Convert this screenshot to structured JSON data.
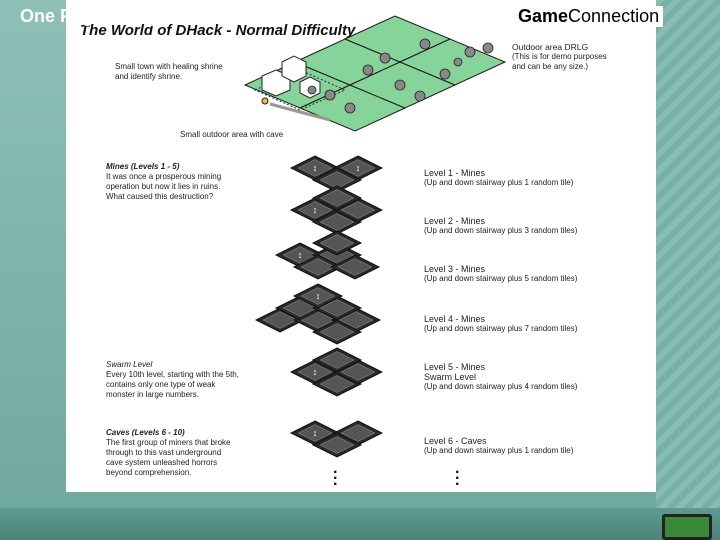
{
  "title": "The World of DHack - Normal Difficulty",
  "notes": {
    "town": [
      "Small town with healing shrine",
      "and identify shrine."
    ],
    "outdoor_cave": "Small outdoor area with cave",
    "drlg": [
      "Outdoor area DRLG",
      "(This is for demo purposes",
      "and can be any size.)"
    ],
    "mines": {
      "heading": "Mines (Levels 1 - 5)",
      "lines": [
        "It was once a prosperous mining",
        "operation but now it lies in ruins.",
        "What caused this destruction?"
      ]
    },
    "swarm": {
      "heading": "Swarm Level",
      "lines": [
        "Every 10th level, starting with the 5th,",
        "contains only one type of weak",
        "monster in large numbers."
      ]
    },
    "caves": {
      "heading": "Caves (Levels 6 - 10)",
      "lines": [
        "The first group of miners that broke",
        "through to this vast underground",
        "cave system unleashed horrors",
        "beyond comprehension."
      ]
    }
  },
  "levels": [
    {
      "name": "Level 1 - Mines",
      "detail": "(Up and down stairway plus 1 random tile)"
    },
    {
      "name": "Level 2 - Mines",
      "detail": "(Up and down stairway plus 3 random tiles)"
    },
    {
      "name": "Level 3 - Mines",
      "detail": "(Up and down stairway plus 5 random tiles)"
    },
    {
      "name": "Level 4 - Mines",
      "detail": "(Up and down stairway plus 7 random tiles)"
    },
    {
      "name": "Level 5 - Mines",
      "name2": "Swarm Level",
      "detail": "(Up and down stairway plus 4 random tiles)"
    },
    {
      "name": "Level 6 - Caves",
      "detail": "(Up and down stairway plus 1 random tile)"
    }
  ],
  "footer": {
    "left": "One Page Designs",
    "right_bold": "Game",
    "right_rest": "Connection"
  },
  "colors": {
    "grass": "#86d49a",
    "tile_dark": "#222222",
    "teal_frame": "#7fb1a9"
  }
}
